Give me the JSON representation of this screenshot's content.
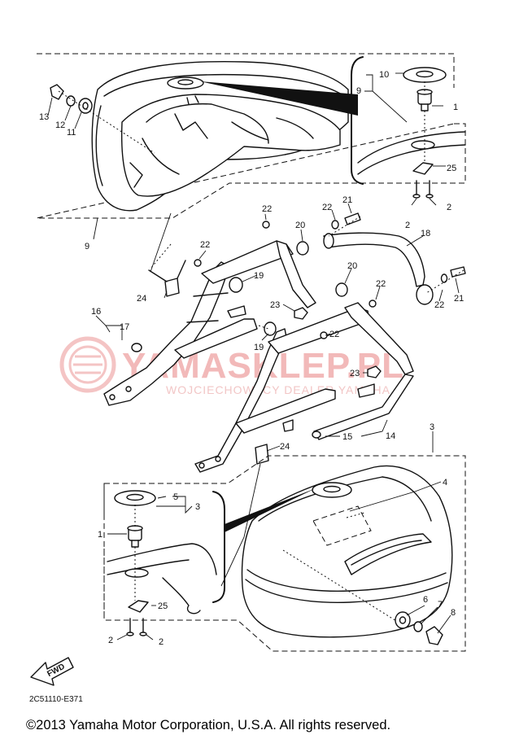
{
  "diagram": {
    "callouts": {
      "p1a": "1",
      "p1b": "1",
      "p2a": "2",
      "p2b": "2",
      "p2c": "2",
      "p2d": "2",
      "p3a": "3",
      "p3b": "3",
      "p4": "4",
      "p5": "5",
      "p6": "6",
      "p7": "7",
      "p8": "8",
      "p9a": "9",
      "p9b": "9",
      "p10": "10",
      "p11": "11",
      "p12": "12",
      "p13": "13",
      "p14": "14",
      "p15": "15",
      "p16": "16",
      "p17": "17",
      "p18": "18",
      "p19a": "19",
      "p19b": "19",
      "p20a": "20",
      "p20b": "20",
      "p21a": "21",
      "p21b": "21",
      "p22a": "22",
      "p22b": "22",
      "p22c": "22",
      "p22d": "22",
      "p22e": "22",
      "p22f": "22",
      "p23a": "23",
      "p23b": "23",
      "p24a": "24",
      "p24b": "24",
      "p25a": "25",
      "p25b": "25"
    },
    "fwd_label": "FWD",
    "diagram_code": "2C51110-E371",
    "watermark_main": "YAMASKLEP.PL",
    "watermark_sub": "WOJCIECHOWSCY DEALER YAMAHA",
    "copyright": "©2013 Yamaha Motor Corporation, U.S.A. All rights reserved."
  }
}
